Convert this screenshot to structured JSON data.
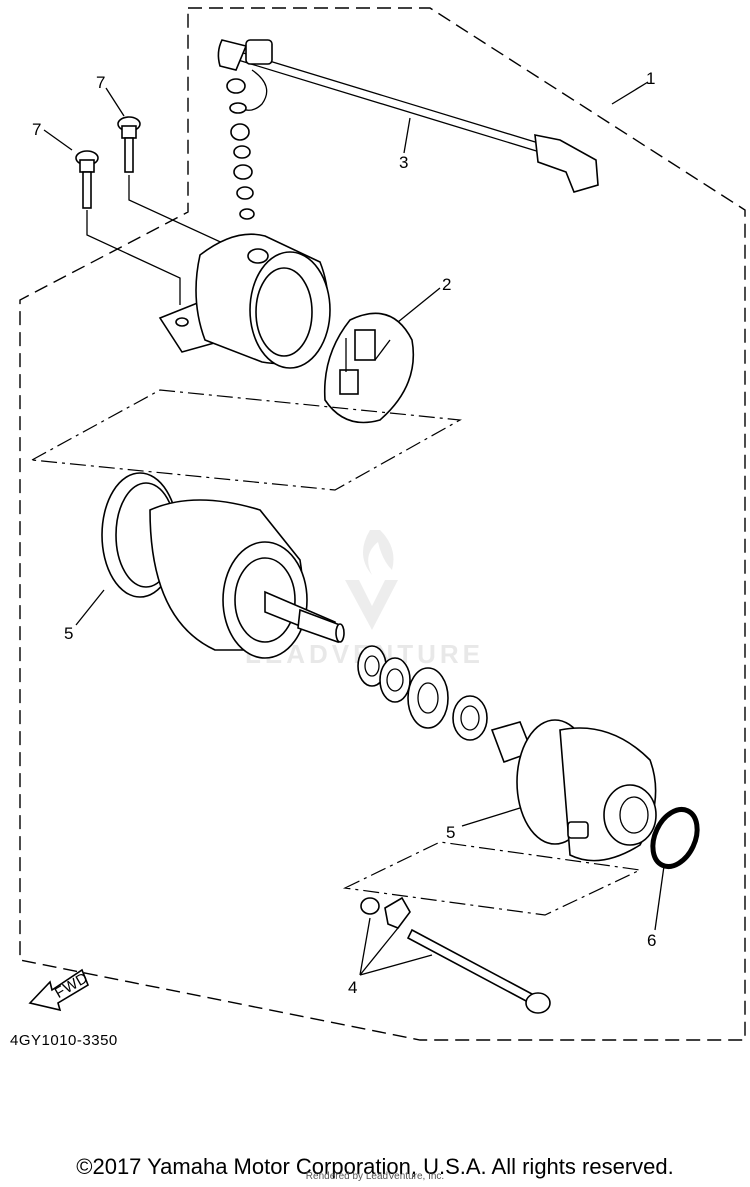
{
  "callouts": {
    "c1": "1",
    "c2": "2",
    "c3": "3",
    "c4": "4",
    "c5a": "5",
    "c5b": "5",
    "c6": "6",
    "c7a": "7",
    "c7b": "7"
  },
  "diagram_code": "4GY1010-3350",
  "fwd_label": "FWD",
  "watermark": "LEADVENTURE",
  "footer": {
    "copyright": "©2017 Yamaha Motor Corporation, U.S.A. All rights reserved.",
    "rendered_by": "Rendered by LeadVenture, Inc."
  }
}
